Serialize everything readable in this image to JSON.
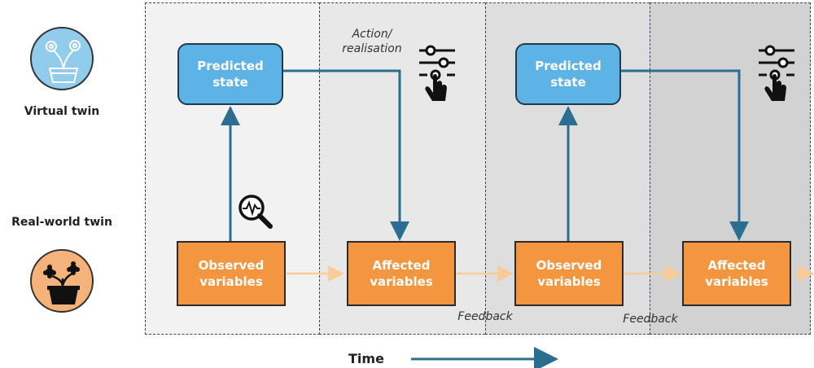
{
  "row_labels": {
    "virtual": "Virtual twin",
    "real": "Real-world twin"
  },
  "predicted_state": [
    {
      "label": "Predicted\nstate"
    },
    {
      "label": "Predicted\nstate"
    }
  ],
  "variables": [
    {
      "label": "Observed\nvariables"
    },
    {
      "label": "Affected\nvariables"
    },
    {
      "label": "Observed\nvariables"
    },
    {
      "label": "Affected\nvariables"
    }
  ],
  "annotations": {
    "action": "Action/\nrealisation",
    "feedback_1": "Feedback",
    "feedback_2": "Feedback"
  },
  "time_label": "Time",
  "icons": [
    "flower-pot-icon",
    "flower-pot-icon",
    "magnifier-signal-icon",
    "slider-tap-icon",
    "slider-tap-icon"
  ],
  "colors": {
    "predicted_fill": "#5db3e6",
    "variable_fill": "#f3963f",
    "connector": "#2a6e92",
    "feedback_arrow": "#f7cc98",
    "virtual_circle": "#92ccec",
    "real_circle": "#f5b27a"
  }
}
